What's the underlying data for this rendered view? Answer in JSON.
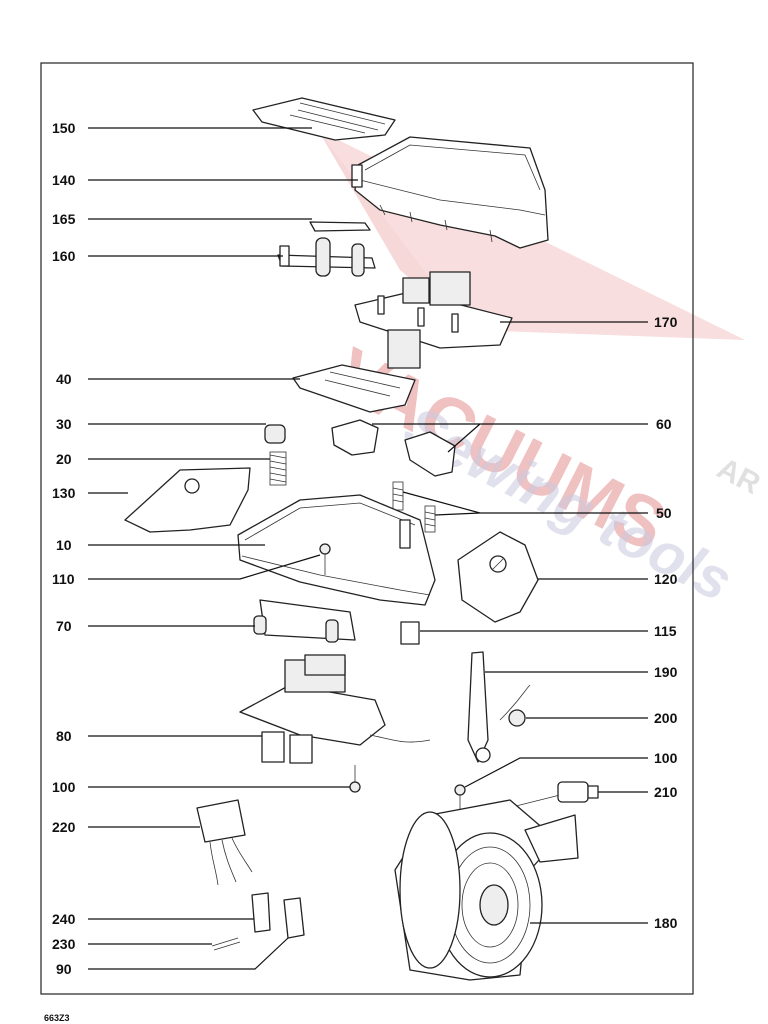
{
  "doc_number": "663Z3",
  "watermark": {
    "line1": "VACUUMS",
    "line2": "Sewing tools",
    "line3": "AR"
  },
  "callouts": [
    "150",
    "140",
    "165",
    "160",
    "170",
    "40",
    "30",
    "60",
    "20",
    "130",
    "50",
    "10",
    "110",
    "120",
    "70",
    "115",
    "190",
    "200",
    "80",
    "100",
    "100",
    "210",
    "220",
    "180",
    "240",
    "230",
    "90"
  ]
}
